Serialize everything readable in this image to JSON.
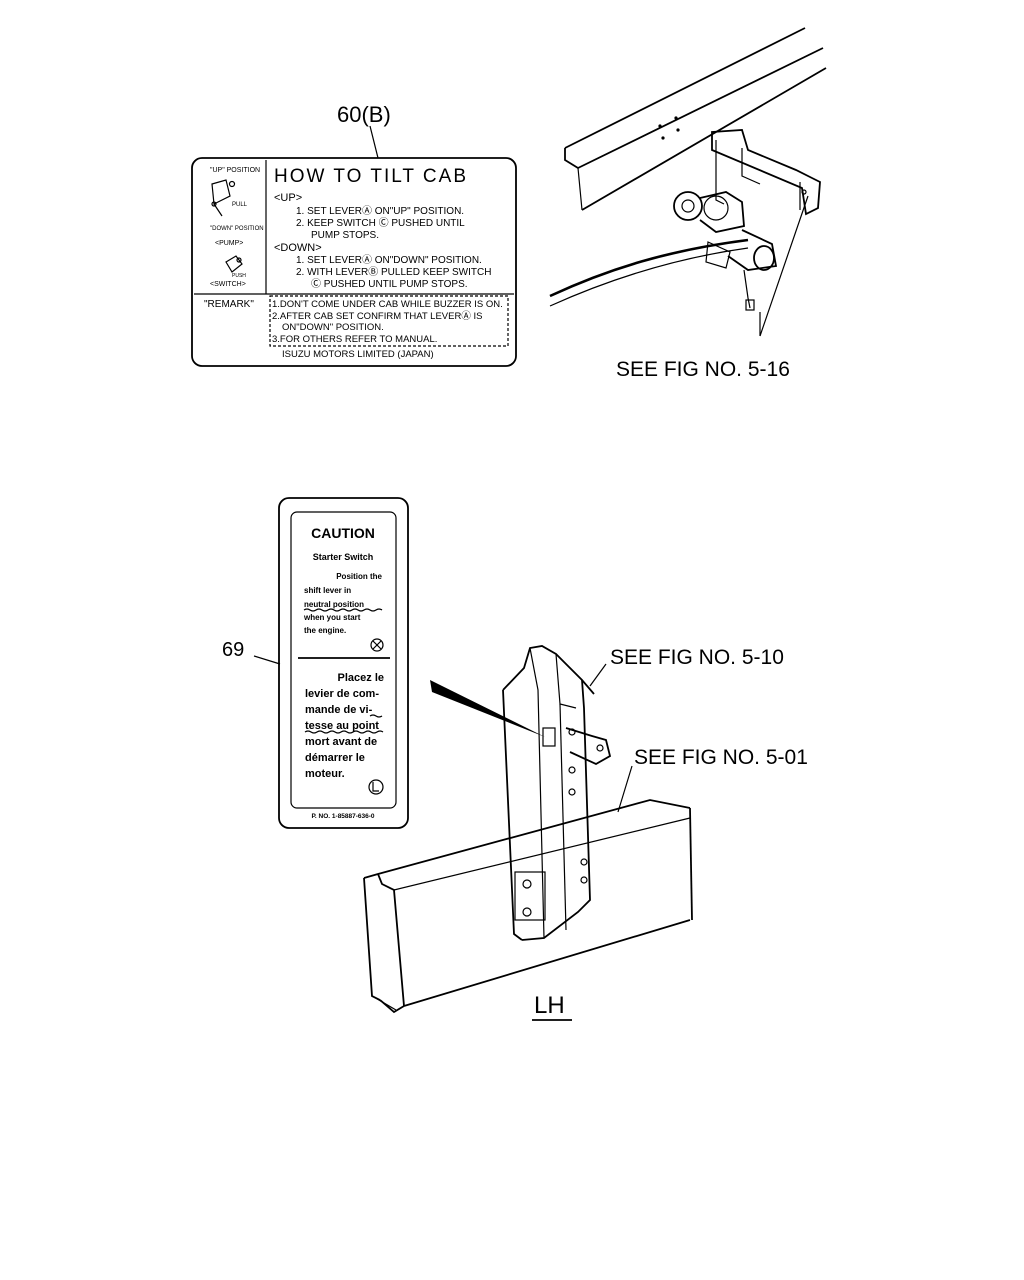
{
  "callouts": {
    "label_60b": "60(B)",
    "label_69": "69",
    "see_5_16": "SEE FIG NO. 5-16",
    "see_5_10": "SEE FIG NO. 5-10",
    "see_5_01": "SEE FIG NO. 5-01",
    "side": "LH"
  },
  "tilt_label": {
    "up_position": "\"UP\" POSITION",
    "pull": "PULL",
    "down_position": "\"DOWN\" POSITION",
    "pump": "<PUMP>",
    "push": "PUSH",
    "switch": "<SWITCH>",
    "title": "HOW TO TILT CAB",
    "up_heading": "<UP>",
    "up_steps": [
      "1. SET LEVERⒶ ON\"UP\" POSITION.",
      "2. KEEP SWITCH Ⓒ PUSHED UNTIL",
      "PUMP STOPS."
    ],
    "down_heading": "<DOWN>",
    "down_steps": [
      "1. SET LEVERⒶ ON\"DOWN\" POSITION.",
      "2. WITH LEVERⒷ PULLED KEEP SWITCH",
      "Ⓒ PUSHED UNTIL PUMP STOPS."
    ],
    "remark_heading": "\"REMARK\"",
    "remarks": [
      "1.DON'T COME UNDER CAB WHILE BUZZER IS ON.",
      "2.AFTER CAB SET CONFIRM THAT LEVERⒶ IS",
      "ON\"DOWN\" POSITION.",
      "3.FOR OTHERS REFER TO MANUAL."
    ],
    "maker": "ISUZU MOTORS LIMITED  (JAPAN)"
  },
  "caution_label": {
    "title": "CAUTION",
    "subtitle": "Starter Switch",
    "english_lines": [
      "Position  the",
      "shift  lever  in",
      "neutral position",
      "when you start",
      "the engine."
    ],
    "french_lines": [
      "Placez le",
      "levier de com-",
      "mande de vi-",
      "tesse au point",
      "mort avant de",
      "démarrer le",
      "moteur."
    ],
    "part_no": "P. NO. 1-85887-636-0"
  },
  "icons": {
    "english_mark": "circle-x-icon",
    "french_mark": "circle-l-icon"
  }
}
